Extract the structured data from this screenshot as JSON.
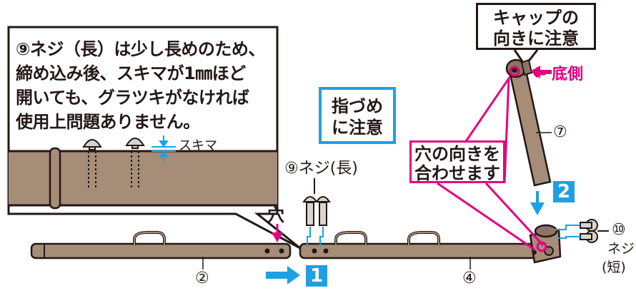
{
  "note": {
    "lines": [
      "⑨ネジ（長）は少し長めのため、",
      "締め込み後、スキマが1㎜ほど",
      "開いても、グラツキがなければ",
      "使用上問題ありません。"
    ],
    "gap_label": "スキマ"
  },
  "caution": {
    "lines": [
      "指づめ",
      "に注意"
    ]
  },
  "cap_callout": {
    "lines": [
      "キャップの",
      "向きに注意"
    ]
  },
  "bottom_side_label": "← 底側",
  "hole_callout": {
    "lines": [
      "穴の向きを",
      "合わせます"
    ]
  },
  "hole_label": "穴",
  "screw_long_label": "⑨ネジ(長)",
  "screw_short": {
    "number": "⑩",
    "name": "ネジ",
    "size": "(短)"
  },
  "parts": {
    "part2": "②",
    "part4": "④",
    "part7": "⑦"
  },
  "steps": {
    "step1": "1",
    "step2": "2"
  },
  "colors": {
    "pipe": "#a68d78",
    "outline": "#231815",
    "pink": "#e4007f",
    "blue": "#1fa0e3"
  }
}
